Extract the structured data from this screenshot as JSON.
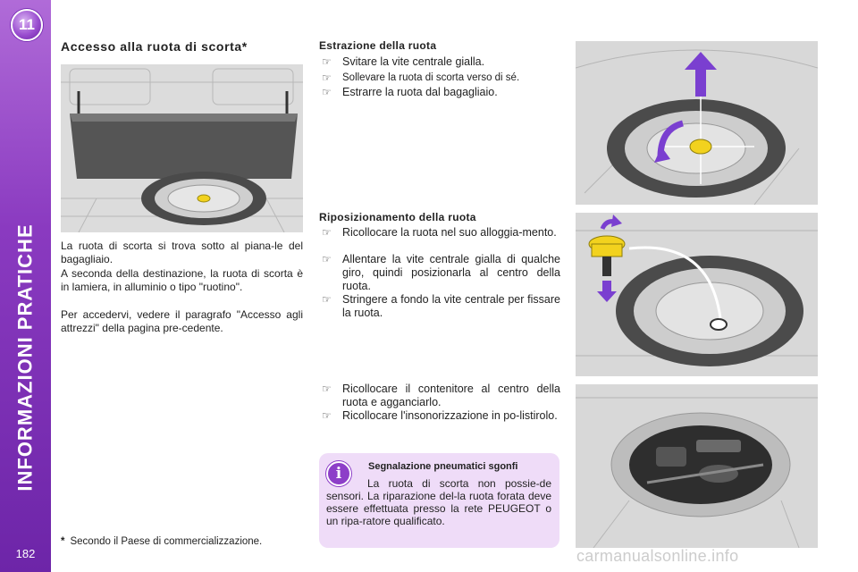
{
  "sidebar": {
    "chapter_number": "11",
    "title": "INFORMAZIONI PRATICHE",
    "page_number": "182"
  },
  "left": {
    "heading": "Accesso alla ruota di scorta*",
    "paragraphs": [
      "La ruota di scorta si trova sotto al piana-le del bagagliaio.",
      "A seconda della destinazione, la ruota di scorta è in lamiera, in alluminio o tipo \"ruotino\".",
      "Per accedervi, vedere il paragrafo \"Accesso agli attrezzi\" della pagina pre-cedente."
    ],
    "footnote_mark": "*",
    "footnote": "Secondo il Paese di commercializzazione."
  },
  "extraction": {
    "heading": "Estrazione della ruota",
    "bullets": [
      "Svitare la vite centrale gialla.",
      "Sollevare la ruota di scorta verso di sé.",
      "Estrarre la ruota dal bagagliaio."
    ]
  },
  "repositioning": {
    "heading": "Riposizionamento della ruota",
    "bullets": [
      "Ricollocare la ruota nel suo alloggia-mento.",
      "Allentare la vite centrale gialla di qualche giro, quindi posizionarla al centro della ruota.",
      "Stringere a fondo la vite centrale per fissare la ruota."
    ]
  },
  "final_steps": {
    "bullets": [
      "Ricollocare il contenitore al centro della ruota e agganciarlo.",
      "Ricollocare l'insonorizzazione in po-listirolo."
    ]
  },
  "note": {
    "icon": "info-icon",
    "icon_glyph": "i",
    "title": "Segnalazione pneumatici sgonfi",
    "text": "La ruota di scorta non possie-de sensori. La riparazione del-la ruota forata deve essere effettuata presso la rete PEUGEOT o un ripa-ratore qualificato."
  },
  "bullet_glyph": "☞",
  "watermark": "carmanualsonline.info",
  "colors": {
    "band": "#8a3ac0",
    "arrow": "#7a3fd0",
    "screw": "#f2d21e",
    "note_bg": "#efdcf8"
  }
}
